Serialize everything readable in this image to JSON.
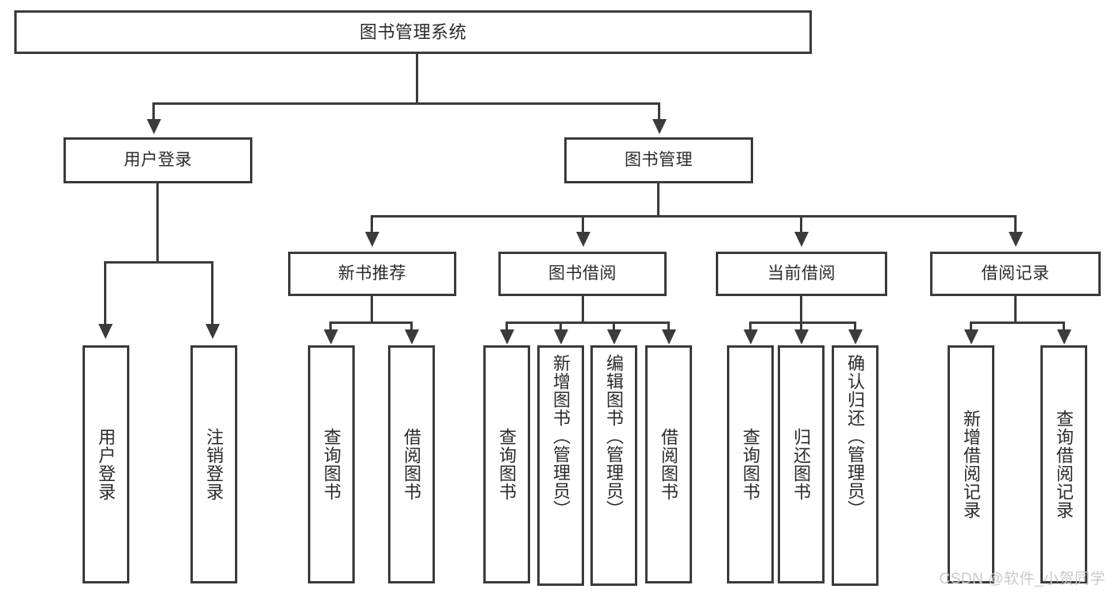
{
  "diagram": {
    "type": "tree-hierarchy",
    "title": "图书管理系统",
    "root": {
      "label": "图书管理系统"
    },
    "level2": [
      {
        "label": "用户登录"
      },
      {
        "label": "图书管理"
      }
    ],
    "level3": [
      {
        "label": "新书推荐"
      },
      {
        "label": "图书借阅"
      },
      {
        "label": "当前借阅"
      },
      {
        "label": "借阅记录"
      }
    ],
    "leaves": {
      "user_login": [
        {
          "label": "用户登录"
        },
        {
          "label": "注销登录"
        }
      ],
      "new_book_recommend": [
        {
          "label": "查询图书"
        },
        {
          "label": "借阅图书"
        }
      ],
      "book_borrow": [
        {
          "label": "查询图书"
        },
        {
          "label": "新增图书（管理员）"
        },
        {
          "label": "编辑图书（管理员）"
        },
        {
          "label": "借阅图书"
        }
      ],
      "current_borrow": [
        {
          "label": "查询图书"
        },
        {
          "label": "归还图书"
        },
        {
          "label": "确认归还（管理员）"
        }
      ],
      "borrow_record": [
        {
          "label": "新增借阅记录"
        },
        {
          "label": "查询借阅记录"
        }
      ]
    }
  },
  "watermark": {
    "text": "CSDN @软件_小贺同学"
  },
  "colors": {
    "stroke": "#3b3b3b",
    "text": "#2b2b2b",
    "background": "#ffffff",
    "watermark": "#c9c9c9"
  }
}
